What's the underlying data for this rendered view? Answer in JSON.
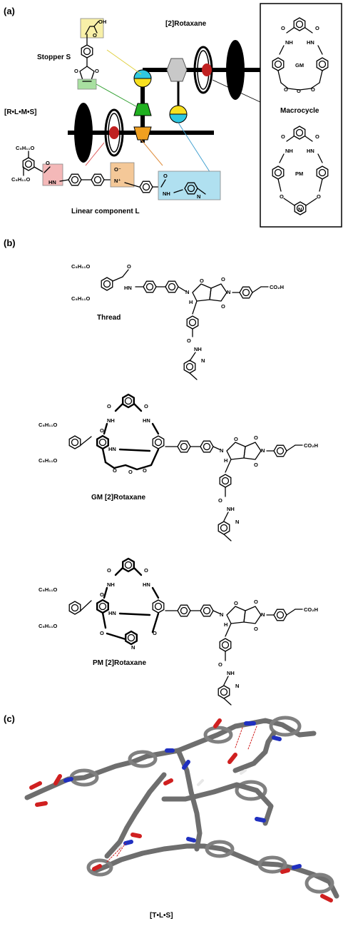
{
  "panels": {
    "a": {
      "label": "(a)",
      "rotaxane_label": "[2]Rotaxane",
      "stopper_label": "Stopper S",
      "complex_label": "[R•L•M•S]",
      "linear_label": "Linear component L",
      "macrocycle_label": "Macrocycle",
      "gm_label": "GM",
      "pm_label": "PM",
      "atoms": {
        "oh": "OH",
        "nh": "NH",
        "hn": "HN",
        "o": "O",
        "n": "N",
        "o_minus": "O⁻",
        "n_plus": "N⁺",
        "c5h11o": "C₅H₁₁O"
      }
    },
    "b": {
      "label": "(b)",
      "thread_label": "Thread",
      "gm_rotaxane_label": "GM [2]Rotaxane",
      "pm_rotaxane_label": "PM [2]Rotaxane",
      "atoms": {
        "c5h11o": "C₅H₁₁O",
        "hn": "HN",
        "nh": "NH",
        "n": "N",
        "o": "O",
        "h": "H",
        "co2h": "CO₂H"
      }
    },
    "c": {
      "label": "(c)",
      "complex_label": "[T•L•S]"
    }
  },
  "colors": {
    "stopper_box": "#f8f0a8",
    "green_box": "#a8e0a0",
    "pink_box": "#f4b8b8",
    "orange_box": "#f4c898",
    "blue_box": "#b0e0f0",
    "ellipse": "#000000",
    "red_bead": "#c02020",
    "cyan": "#30c8e0",
    "yellow": "#f8e020",
    "green": "#20b020",
    "orange": "#f0a020",
    "grey_hex": "#c8c8c8",
    "stick_grey": "#7a7a7a",
    "stick_blue": "#2030c0",
    "stick_red": "#d02020",
    "bg": "#ffffff"
  }
}
